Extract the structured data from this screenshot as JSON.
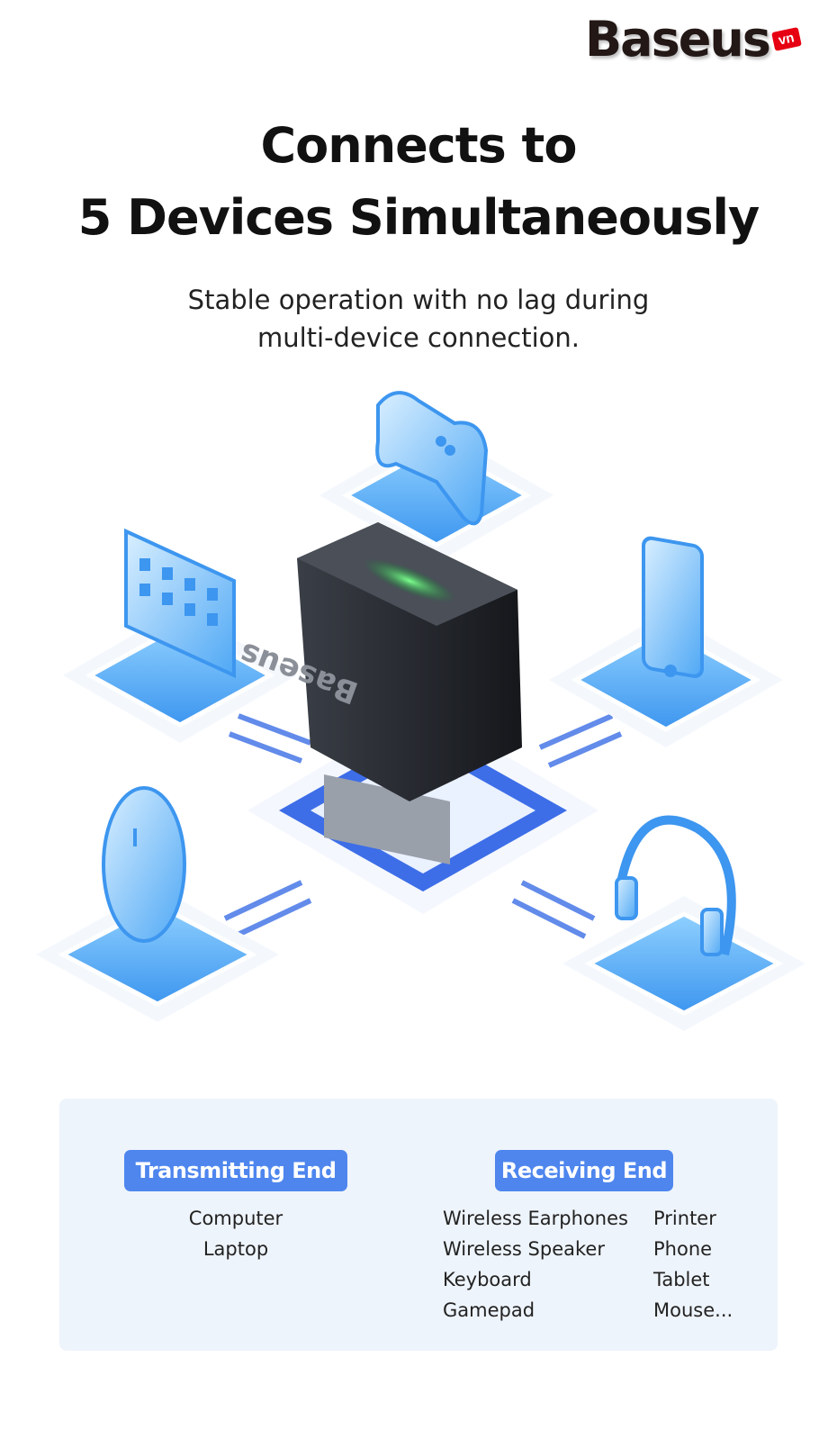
{
  "brand": {
    "name": "Baseus",
    "tag": "vn"
  },
  "title": {
    "line1": "Connects to",
    "line2": "5 Devices Simultaneously"
  },
  "subtitle": {
    "line1": "Stable operation with no lag during",
    "line2": "multi-device connection."
  },
  "illustration": {
    "adapter_brand": "Baseus",
    "devices": [
      "gamepad-icon",
      "keyboard-icon",
      "phone-icon",
      "mouse-icon",
      "headphones-icon"
    ]
  },
  "transmitting": {
    "label": "Transmitting End",
    "items": [
      "Computer",
      "Laptop"
    ]
  },
  "receiving": {
    "label": "Receiving End",
    "col1": [
      "Wireless Earphones",
      "Wireless Speaker",
      "Keyboard",
      "Gamepad"
    ],
    "col2": [
      "Printer",
      "Phone",
      "Tablet",
      "Mouse..."
    ]
  },
  "colors": {
    "accent": "#4e86ee",
    "panel": "#eef4fb",
    "platform": "#5ab0f5",
    "adapter": "#2a2d33",
    "led": "#27e04a"
  }
}
